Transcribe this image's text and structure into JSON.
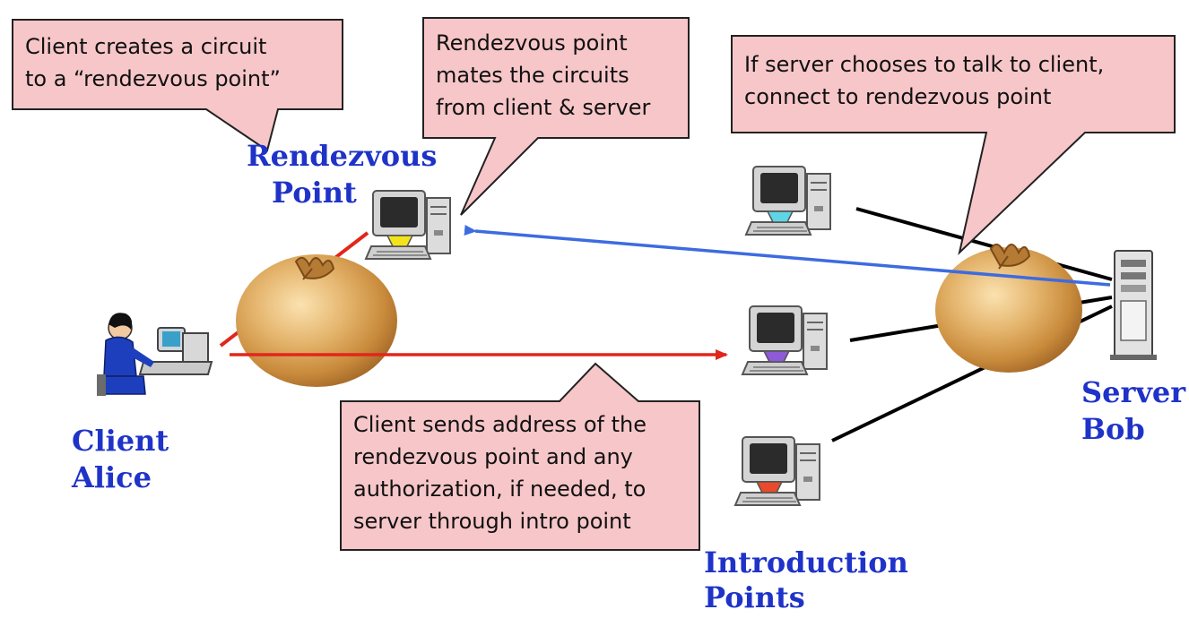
{
  "callouts": {
    "client_circuit": [
      "Client creates a circuit",
      "to a “rendezvous point”"
    ],
    "rendezvous_mates": [
      "Rendezvous point",
      "mates the circuits",
      "from client & server"
    ],
    "server_connect": [
      "If server chooses to talk to client,",
      "connect to rendezvous point"
    ],
    "client_sends": [
      "Client sends address of the",
      "rendezvous point and any",
      "authorization, if needed, to",
      "server through intro point"
    ]
  },
  "labels": {
    "rendezvous": [
      "Rendezvous",
      "Point"
    ],
    "client": [
      "Client",
      "Alice"
    ],
    "server": [
      "Server",
      "Bob"
    ],
    "intro": [
      "Introduction",
      "Points"
    ]
  },
  "colors": {
    "callout_fill": "#f7c6c9",
    "callout_stroke": "#222222",
    "label_blue": "#1f33c8",
    "arrow_blue": "#3d6be0",
    "arrow_red": "#e1261c",
    "onion_skin": "#d9a45a"
  }
}
